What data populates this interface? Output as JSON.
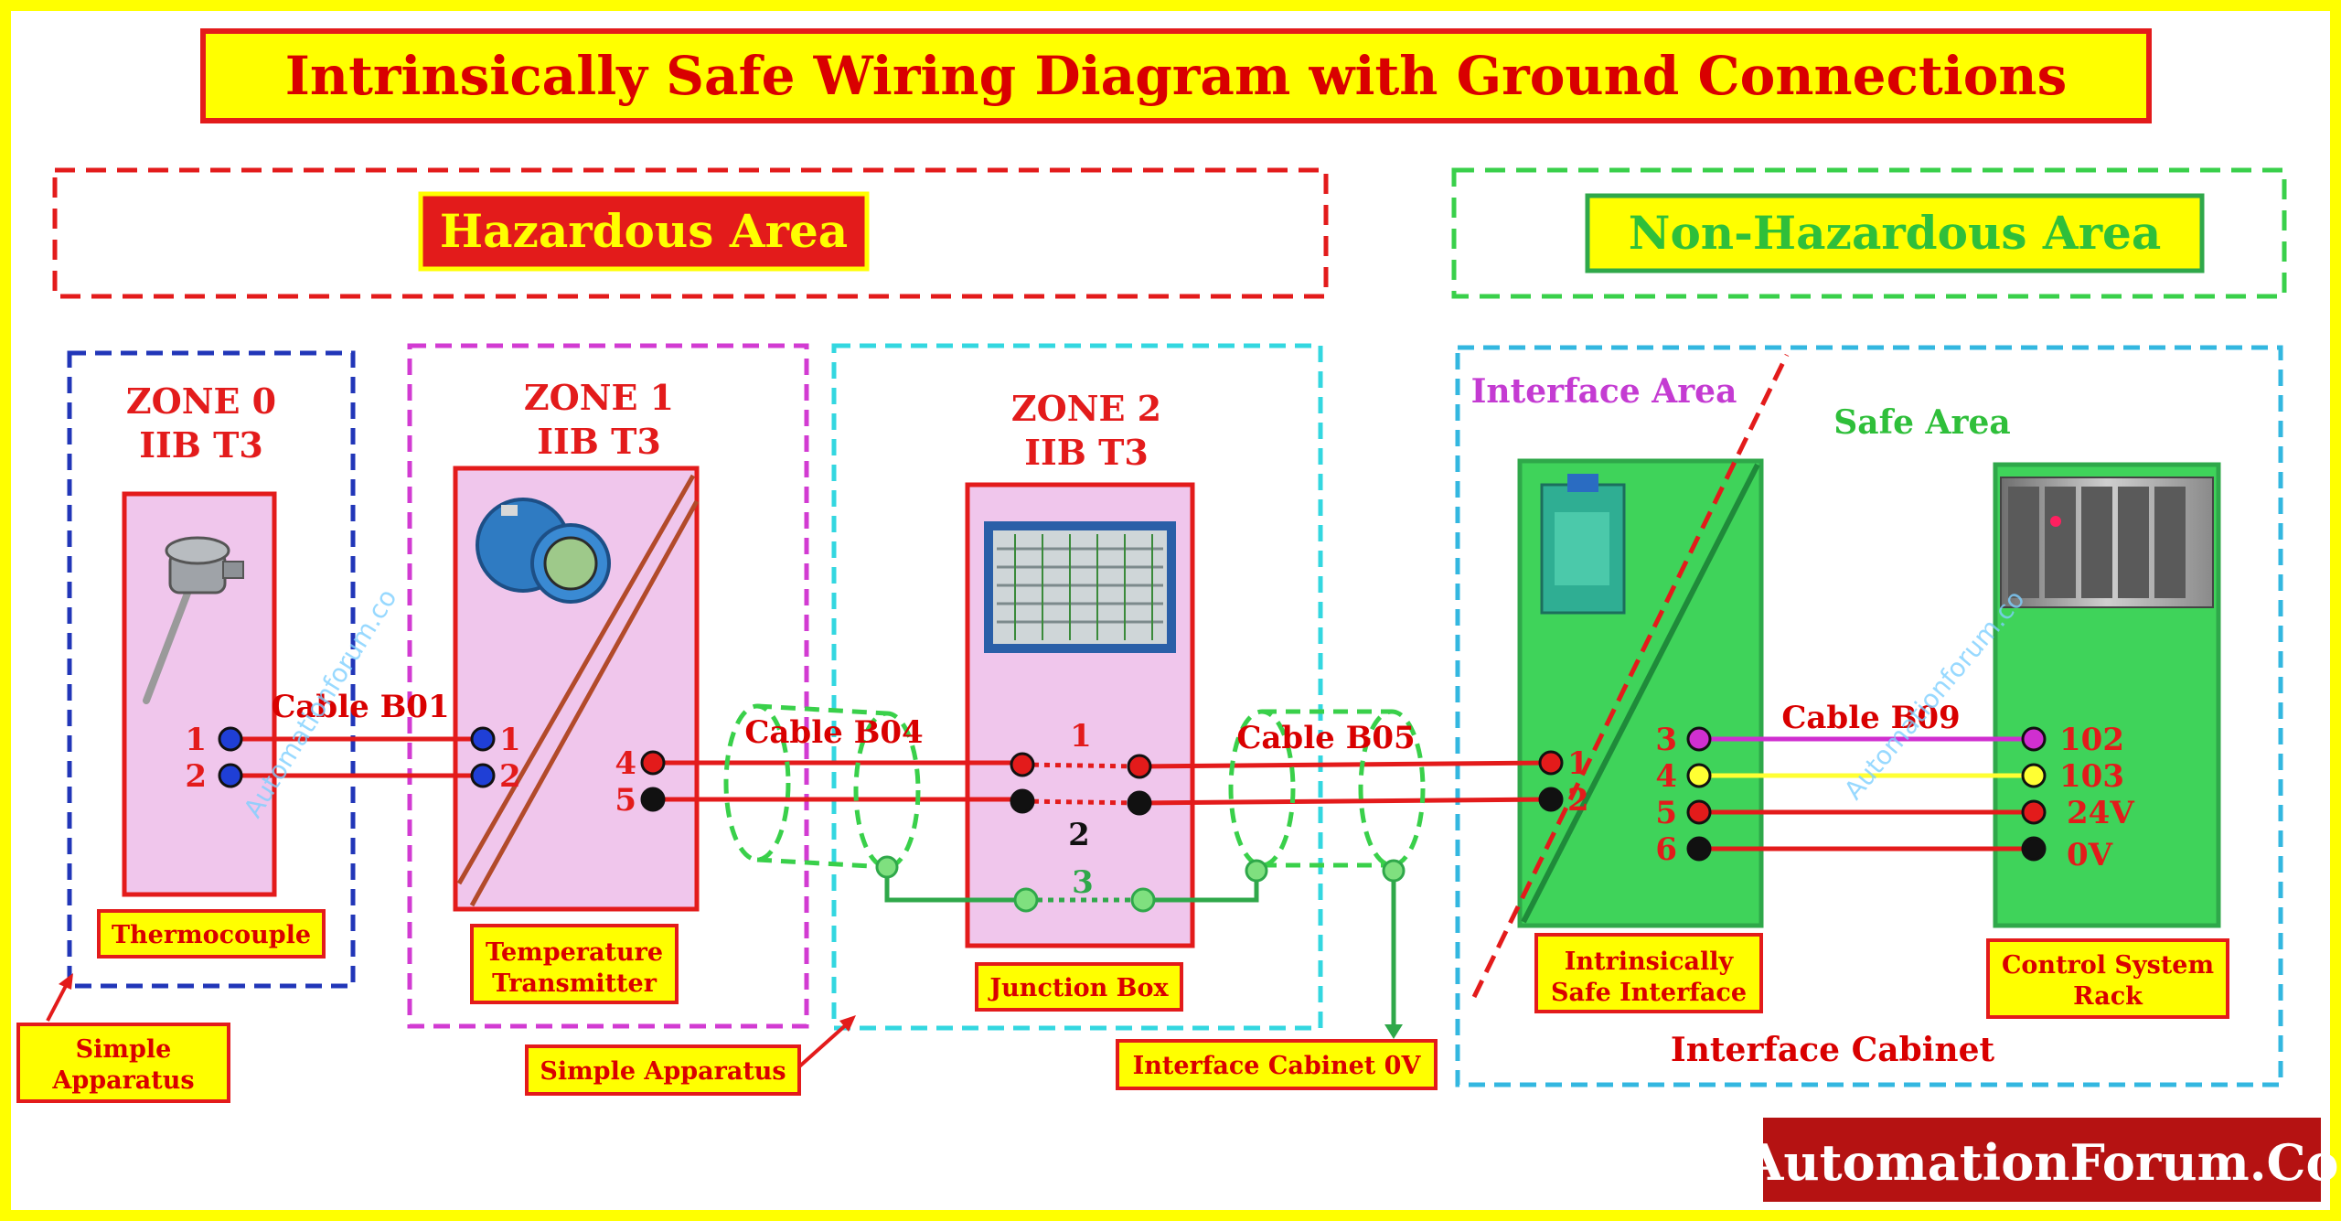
{
  "title": "Intrinsically Safe Wiring Diagram with Ground Connections",
  "areas": {
    "hazardous": "Hazardous Area",
    "non_hazardous": "Non-Hazardous Area"
  },
  "zones": {
    "zone0": {
      "line1": "ZONE 0",
      "line2": "IIB T3"
    },
    "zone1": {
      "line1": "ZONE 1",
      "line2": "IIB T3"
    },
    "zone2": {
      "line1": "ZONE 2",
      "line2": "IIB T3"
    }
  },
  "devices": {
    "thermocouple": "Thermocouple",
    "transmitter_line1": "Temperature",
    "transmitter_line2": "Transmitter",
    "junction_box": "Junction Box",
    "is_interface_line1": "Intrinsically",
    "is_interface_line2": "Safe Interface",
    "rack_line1": "Control System",
    "rack_line2": "Rack"
  },
  "labels": {
    "interface_area": "Interface Area",
    "safe_area": "Safe Area",
    "interface_cabinet": "Interface Cabinet",
    "interface_cabinet_0v": "Interface Cabinet 0V",
    "simple_apparatus_a_line1": "Simple",
    "simple_apparatus_a_line2": "Apparatus",
    "simple_apparatus_b": "Simple Apparatus",
    "watermark": "Automationforum.co",
    "brand": "AutomationForum.Co"
  },
  "cables": {
    "b01": "Cable B01",
    "b04": "Cable B04",
    "b05": "Cable B05",
    "b09": "Cable B09"
  },
  "terminals": {
    "tc_1": "1",
    "tc_2": "2",
    "tx_in_1": "1",
    "tx_in_2": "2",
    "tx_out_4": "4",
    "tx_out_5": "5",
    "jb_1": "1",
    "jb_2": "2",
    "jb_3": "3",
    "isi_1": "1",
    "isi_2": "2",
    "isi_3": "3",
    "isi_4": "4",
    "isi_5": "5",
    "isi_6": "6",
    "rack_102": "102",
    "rack_103": "103",
    "rack_24v": "24V",
    "rack_0v": "0V"
  },
  "colors": {
    "background": "#ffff00",
    "red": "#e31b1b",
    "title_red": "#d90000",
    "green_panel": "#3fd35a",
    "pink_panel": "#f0c6ec",
    "magenta_wire": "#d02fd0",
    "yellow_wire": "#ffff33",
    "ground_green": "#2fa84a",
    "terminal_blue": "#1f3fd6",
    "brand_bg": "#b51212"
  }
}
